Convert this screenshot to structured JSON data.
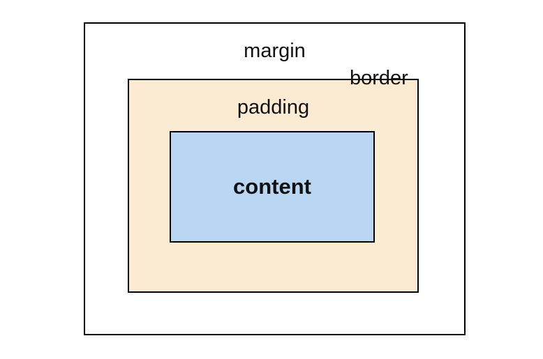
{
  "boxes": {
    "margin": {
      "label": "margin",
      "fill": "#ffffff"
    },
    "padding": {
      "label": "padding",
      "fill": "#faebd2"
    },
    "content": {
      "label": "content",
      "fill": "#b9d6f2"
    },
    "border": {
      "label": "border"
    }
  },
  "colors": {
    "outline": "#000000",
    "text": "#111111",
    "background": "#ffffff"
  }
}
